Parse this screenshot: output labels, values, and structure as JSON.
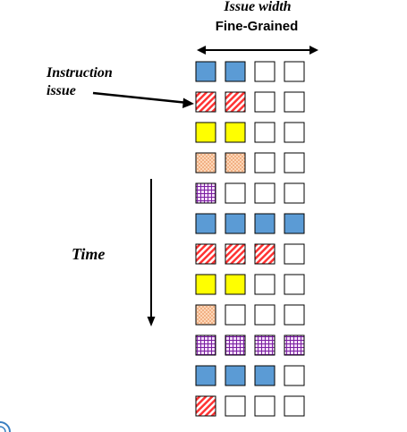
{
  "labels": {
    "issue_width": "Issue width",
    "scheme": "Fine-Grained",
    "instruction_issue_line1": "Instruction",
    "instruction_issue_line2": "issue",
    "time": "Time"
  },
  "thread_styles": {
    "blue": {
      "type": "solid",
      "fill": "#5b9bd5"
    },
    "red": {
      "type": "diagonal-stripes",
      "fill": "#ffffff",
      "pattern_color": "#ff3333"
    },
    "yellow": {
      "type": "solid",
      "fill": "#ffff00"
    },
    "orange": {
      "type": "dots",
      "fill": "#fdd7b8",
      "pattern_color": "#e9955f"
    },
    "purple": {
      "type": "crosshatch",
      "fill": "#f2dcf7",
      "pattern_color": "#7b1fa2"
    },
    "empty": {
      "type": "empty",
      "fill": "#ffffff"
    }
  },
  "grid": {
    "issue_width": 4,
    "rows": [
      [
        "blue",
        "blue",
        "empty",
        "empty"
      ],
      [
        "red",
        "red",
        "empty",
        "empty"
      ],
      [
        "yellow",
        "yellow",
        "empty",
        "empty"
      ],
      [
        "orange",
        "orange",
        "empty",
        "empty"
      ],
      [
        "purple",
        "empty",
        "empty",
        "empty"
      ],
      [
        "blue",
        "blue",
        "blue",
        "blue"
      ],
      [
        "red",
        "red",
        "red",
        "empty"
      ],
      [
        "yellow",
        "yellow",
        "empty",
        "empty"
      ],
      [
        "orange",
        "empty",
        "empty",
        "empty"
      ],
      [
        "purple",
        "purple",
        "purple",
        "purple"
      ],
      [
        "blue",
        "blue",
        "blue",
        "empty"
      ],
      [
        "red",
        "empty",
        "empty",
        "empty"
      ]
    ]
  },
  "icons": {
    "corner_logo": "partial-circle-logo-icon"
  }
}
